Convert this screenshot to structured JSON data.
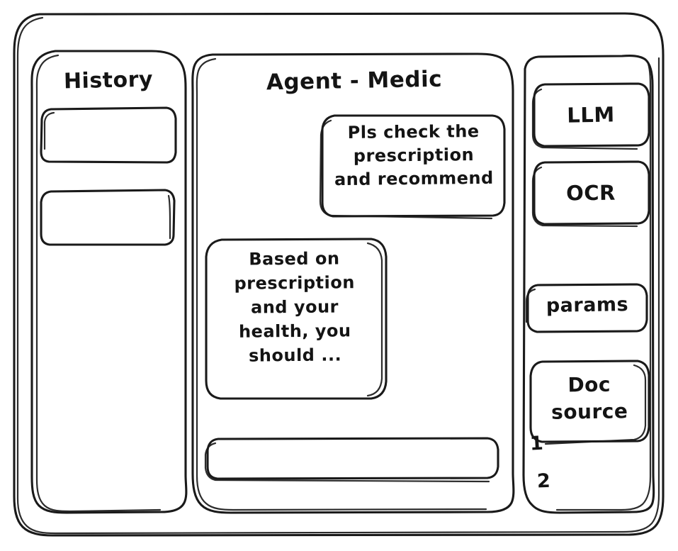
{
  "meta": {
    "style": "hand-drawn wireframe sketch",
    "ink_color": "#1a1a1a",
    "background_color": "#ffffff"
  },
  "window": {
    "frame_label": "app-window"
  },
  "sidebar_left": {
    "title": "History",
    "items": [
      {
        "label": "",
        "name": "history-item-1"
      },
      {
        "label": "",
        "name": "history-item-2"
      }
    ]
  },
  "main": {
    "title": "Agent - Medic",
    "messages": [
      {
        "role": "user",
        "align": "right",
        "text": "Pls check the\nprescription\nand recommend"
      },
      {
        "role": "agent",
        "align": "left",
        "text": "Based on\nprescription\nand your\nhealth, you\nshould ..."
      }
    ],
    "composer": {
      "value": "",
      "placeholder": ""
    }
  },
  "sidebar_right": {
    "buttons": [
      {
        "label": "LLM",
        "name": "llm-button"
      },
      {
        "label": "OCR",
        "name": "ocr-button"
      },
      {
        "label": "params",
        "name": "params-button"
      },
      {
        "label": "Doc\nsource",
        "name": "doc-source-button"
      }
    ],
    "markers": [
      {
        "label": "1"
      },
      {
        "label": "2"
      }
    ]
  }
}
